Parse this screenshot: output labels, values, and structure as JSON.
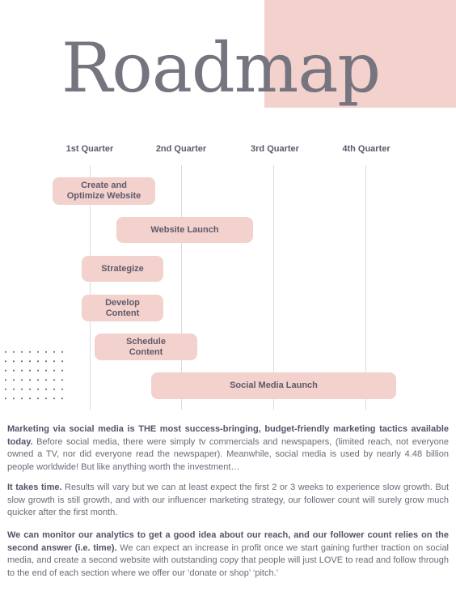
{
  "title": "Roadmap",
  "quarters": [
    "1st Quarter",
    "2nd Quarter",
    "3rd Quarter",
    "4th Quarter"
  ],
  "tasks": [
    {
      "label_line1": "Create and",
      "label_line2": "Optimize Website"
    },
    {
      "label": "Website Launch"
    },
    {
      "label": "Strategize"
    },
    {
      "label_line1": "Develop",
      "label_line2": "Content"
    },
    {
      "label_line1": "Schedule",
      "label_line2": "Content"
    },
    {
      "label": "Social Media Launch"
    }
  ],
  "paragraphs": [
    {
      "bold": "Marketing via social media is THE most success-bringing, budget-friendly marketing tactics available today.",
      "text": " Before social media, there were simply tv commercials and newspapers, (limited reach, not everyone owned a TV, nor did everyone read the newspaper). Meanwhile, social media is used by nearly 4.48 billion people worldwide! But like anything worth the investment…"
    },
    {
      "bold": "It takes time.",
      "text": " Results will vary but we can at least expect the first 2 or 3 weeks to experience slow growth. But slow growth is still growth, and with our influencer marketing strategy, our follower count will surely grow much quicker after the first month."
    },
    {
      "bold": "We can monitor our analytics to get a good idea about our reach, and our follower count relies on the second answer (i.e. time).",
      "text": " We can expect an increase in profit once we start gaining further traction on social media, and create a second website with outstanding copy that people will just LOVE to read and follow through to the end of each section where we offer our ‘donate or shop’ ‘pitch.’"
    }
  ],
  "colors": {
    "accent_pink": "#f3d1cc",
    "title_gray": "#76747f",
    "text": "#5c5a6b"
  }
}
